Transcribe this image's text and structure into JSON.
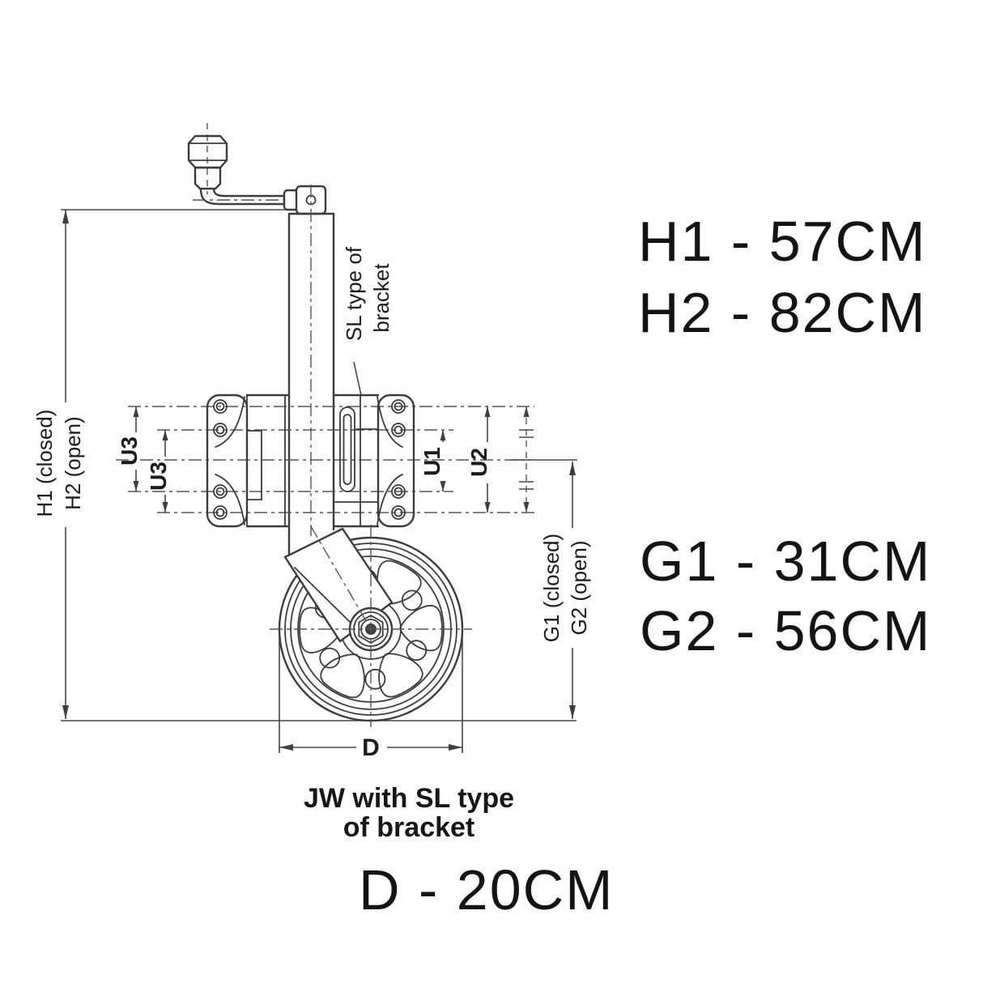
{
  "page": {
    "background": "#ffffff"
  },
  "drawing": {
    "dim_labels": {
      "h1_closed": "H1 (closed)",
      "h2_open": "H2 (open)",
      "g1_closed": "G1 (closed)",
      "g2_open": "G2 (open)",
      "u3_outer": "U3",
      "u3_inner": "U3",
      "u1": "U1",
      "u2": "U2",
      "d": "D",
      "sl_bracket_line1": "SL type of",
      "sl_bracket_line2": "bracket"
    },
    "caption": {
      "line1": "JW with SL type",
      "line2": "of bracket"
    },
    "colors": {
      "line": "#3c3c3c",
      "centerline": "#555555",
      "text": "#141414",
      "background": "#ffffff"
    }
  },
  "annotations": {
    "h1": "H1 - 57CM",
    "h2": "H2 - 82CM",
    "g1": "G1 - 31CM",
    "g2": "G2 - 56CM",
    "d": "D - 20CM"
  },
  "measurements": [
    {
      "symbol": "H1",
      "state": "closed",
      "value_cm": 57
    },
    {
      "symbol": "H2",
      "state": "open",
      "value_cm": 82
    },
    {
      "symbol": "G1",
      "state": "closed",
      "value_cm": 31
    },
    {
      "symbol": "G2",
      "state": "open",
      "value_cm": 56
    },
    {
      "symbol": "D",
      "state": "wheel diameter",
      "value_cm": 20
    }
  ]
}
